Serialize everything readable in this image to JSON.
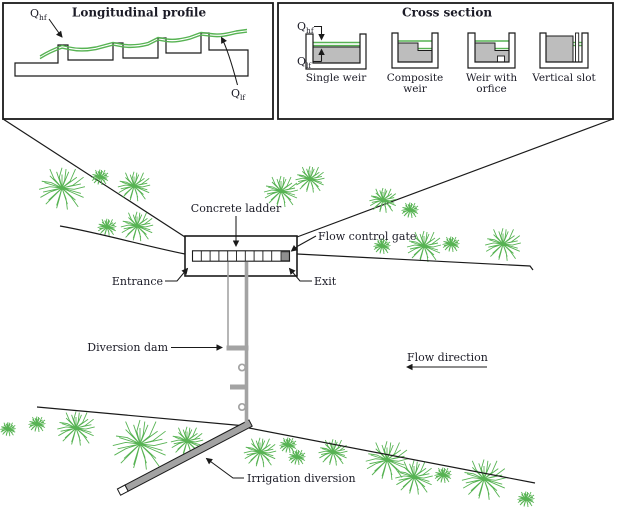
{
  "colors": {
    "green": "#57b353",
    "weir_gray": "#bdbdbd",
    "dam_gray": "#a3a3a3",
    "line": "#1a1a1a",
    "text": "#1b1b26"
  },
  "longitudinal_panel": {
    "title": "Longitudinal profile",
    "q_hf": {
      "base": "Q",
      "sub": "hf"
    },
    "q_lf": {
      "base": "Q",
      "sub": "lf"
    }
  },
  "cross_section_panel": {
    "title": "Cross section",
    "q_hf": {
      "base": "Q",
      "sub": "hf"
    },
    "q_lf": {
      "base": "Q",
      "sub": "lf"
    },
    "weirs": [
      {
        "lines": [
          "Single weir",
          ""
        ]
      },
      {
        "lines": [
          "Composite",
          "weir"
        ]
      },
      {
        "lines": [
          "Weir with",
          "orfice"
        ]
      },
      {
        "lines": [
          "Vertical slot",
          ""
        ]
      }
    ]
  },
  "plan_view": {
    "labels": {
      "concrete_ladder": "Concrete ladder",
      "flow_control_gate": "Flow control gate",
      "entrance": "Entrance",
      "exit": "Exit",
      "diversion_dam": "Diversion dam",
      "flow_direction": "Flow direction",
      "irrigation_diversion": "Irrigation diversion"
    }
  }
}
